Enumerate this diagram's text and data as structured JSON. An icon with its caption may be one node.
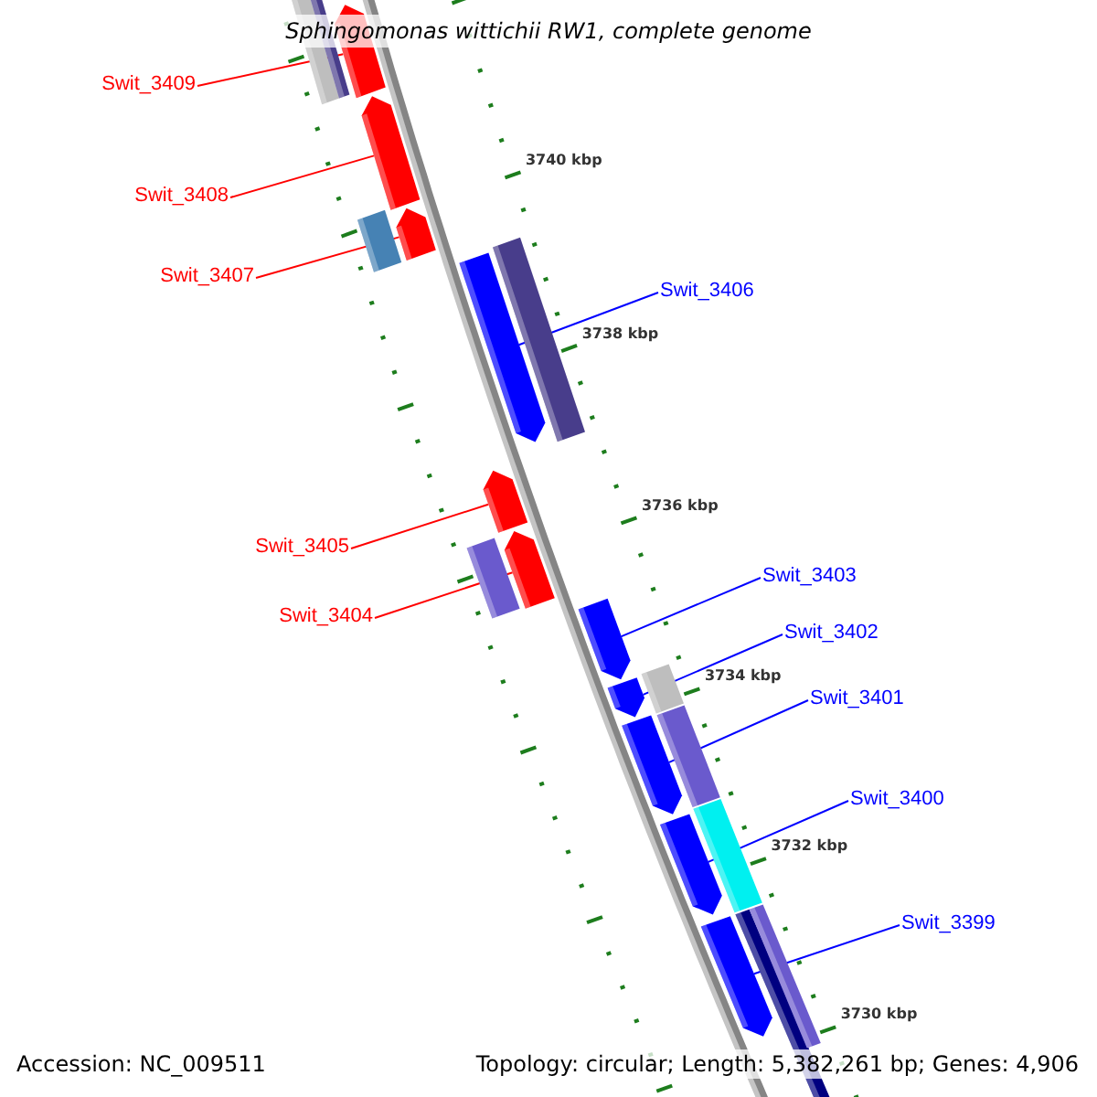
{
  "diagram": {
    "title": "Sphingomonas wittichii RW1, complete genome",
    "nodes": [
      {
        "text": [
          "Swit_3409"
        ]
      },
      {
        "text": [
          "Swit_3408"
        ]
      },
      {
        "text": [
          "Swit_3407"
        ]
      },
      {
        "text": [
          "Swit_3406"
        ]
      },
      {
        "text": [
          "Swit_3405"
        ]
      },
      {
        "text": [
          "Swit_3403"
        ]
      },
      {
        "text": [
          "Swit_3404"
        ]
      },
      {
        "text": [
          "Swit_3402"
        ]
      },
      {
        "text": [
          "Swit_3401"
        ]
      },
      {
        "text": [
          "Swit_3400"
        ]
      },
      {
        "text": [
          "Swit_3399"
        ]
      },
      {
        "text": [],
        "shape": "arrow"
      },
      {
        "text": [],
        "shape": "arrow"
      },
      {
        "text": [],
        "shape": "arrow"
      },
      {
        "text": [],
        "shape": "arrow"
      },
      {
        "text": [],
        "shape": "arrow"
      },
      {
        "text": [],
        "shape": "arrow"
      },
      {
        "text": [],
        "shape": "arrow"
      },
      {
        "text": [],
        "shape": "arrow"
      },
      {
        "text": [],
        "shape": "arrow"
      },
      {
        "text": [],
        "shape": "arrow"
      },
      {
        "text": [],
        "shape": "arrow"
      }
    ],
    "edges": [
      {
        "from": 0,
        "to": 11,
        "arrow": "none",
        "color": "#ff0000"
      },
      {
        "from": 1,
        "to": 12,
        "arrow": "none",
        "color": "#ff0000"
      },
      {
        "from": 2,
        "to": 13,
        "arrow": "none",
        "color": "#ff0000"
      },
      {
        "from": 3,
        "to": 14,
        "arrow": "none"
      },
      {
        "from": 4,
        "to": 15,
        "arrow": "none",
        "color": "#ff0000"
      },
      {
        "from": 5,
        "to": 17,
        "arrow": "none"
      },
      {
        "from": 6,
        "to": 16,
        "arrow": "none",
        "color": "#ff0000"
      },
      {
        "from": 7,
        "to": 18,
        "arrow": "none"
      },
      {
        "from": 8,
        "to": 19,
        "arrow": "none"
      },
      {
        "from": 9,
        "to": 20,
        "arrow": "none"
      },
      {
        "from": 10,
        "to": 21,
        "arrow": "none"
      }
    ],
    "labels": [
      "3740 kbp",
      "3738 kbp",
      "3736 kbp",
      "3734 kbp",
      "3732 kbp",
      "3730 kbp",
      "Accession: NC_009511",
      "Topology: circular; Length: 5,382,261 bp; Genes: 4,906"
    ]
  }
}
